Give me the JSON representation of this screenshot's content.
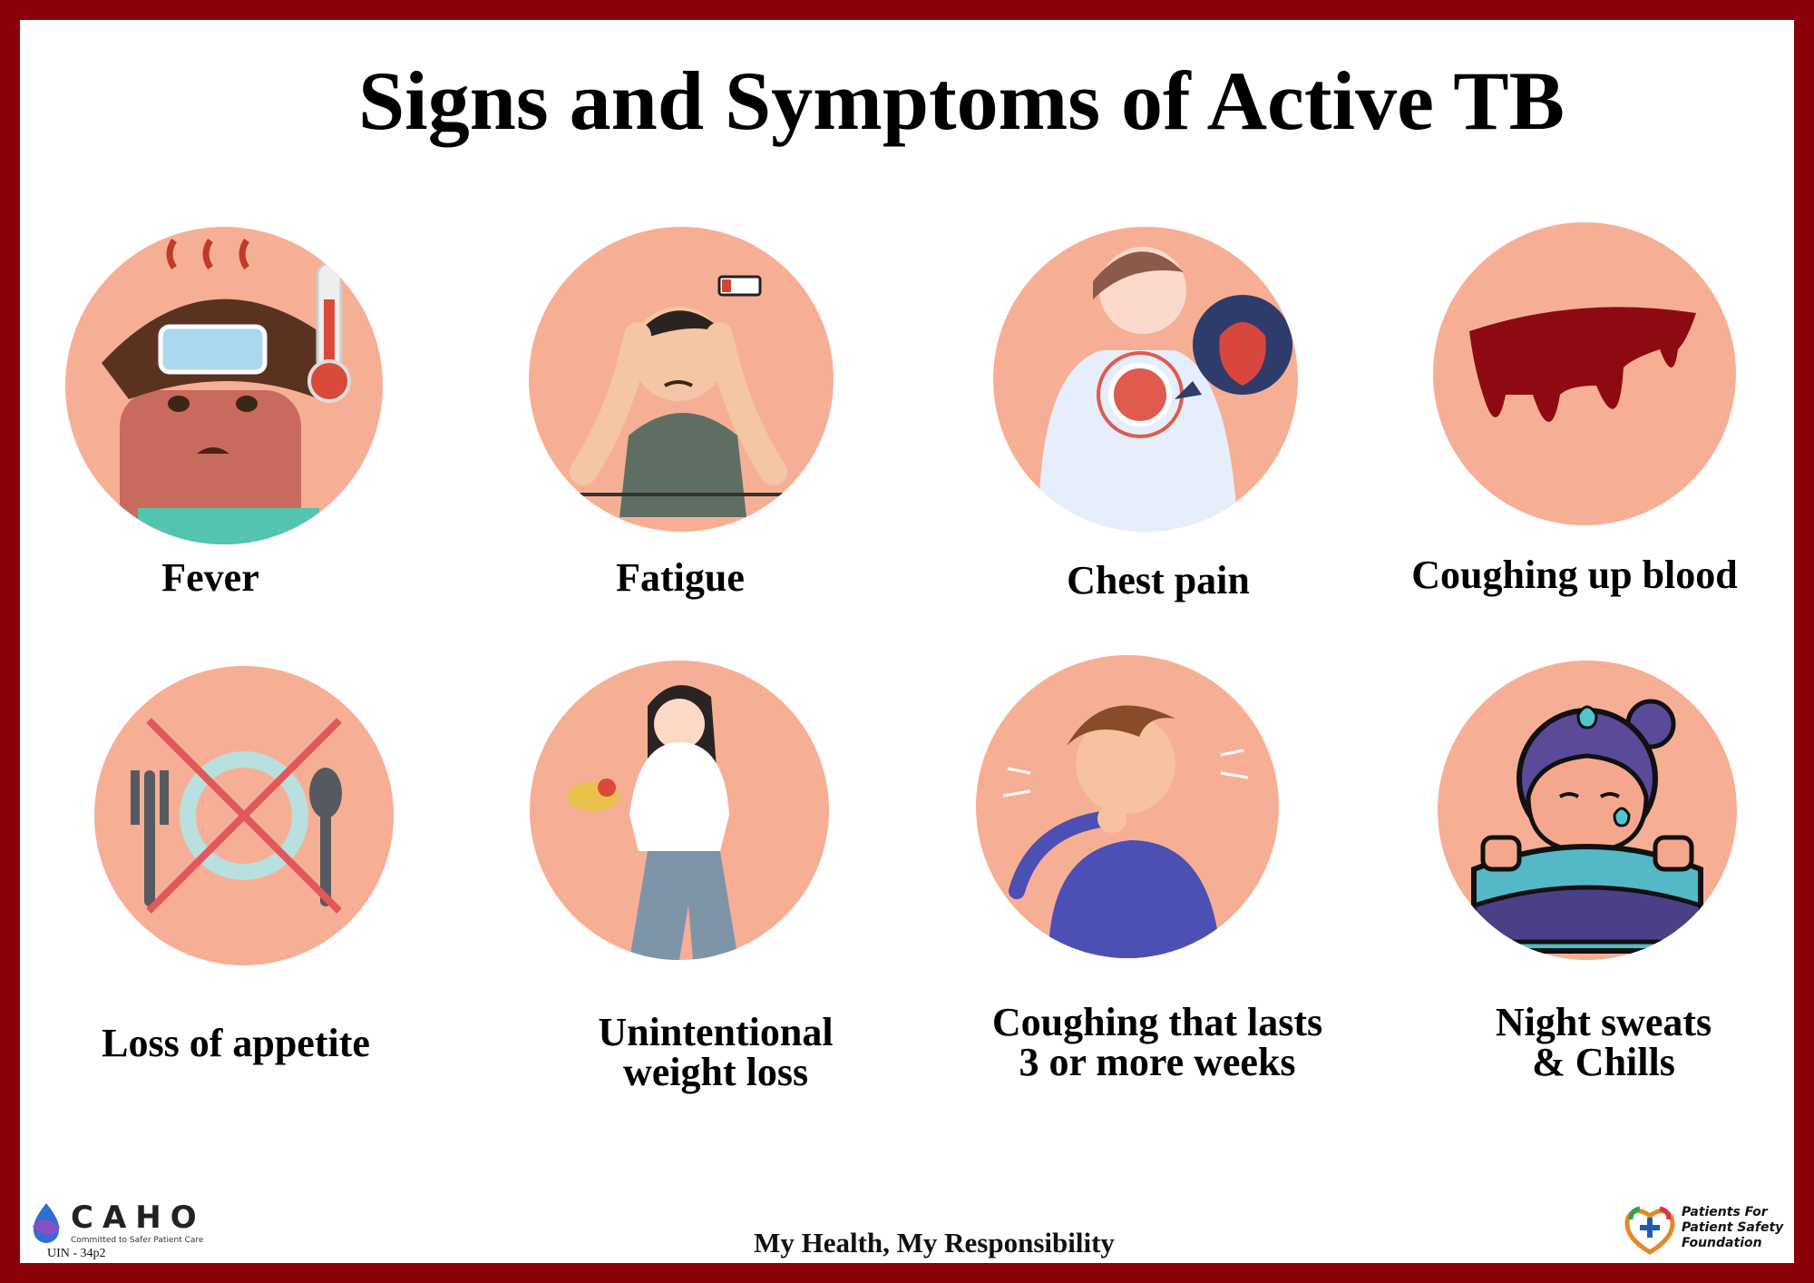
{
  "title": "Signs and Symptoms of Active TB",
  "symptoms": [
    {
      "label_lines": [
        "Fever"
      ],
      "icon": "fever-icon"
    },
    {
      "label_lines": [
        "Fatigue"
      ],
      "icon": "fatigue-icon"
    },
    {
      "label_lines": [
        "Chest pain"
      ],
      "icon": "chest-pain-icon"
    },
    {
      "label_lines": [
        "Coughing up blood"
      ],
      "icon": "blood-drip-icon"
    },
    {
      "label_lines": [
        "Loss of appetite"
      ],
      "icon": "no-food-icon"
    },
    {
      "label_lines": [
        "Unintentional",
        "weight loss"
      ],
      "icon": "weight-loss-icon"
    },
    {
      "label_lines": [
        "Coughing that lasts",
        "3 or more weeks"
      ],
      "icon": "coughing-icon"
    },
    {
      "label_lines": [
        "Night sweats",
        "& Chills"
      ],
      "icon": "night-sweats-icon"
    }
  ],
  "footer": {
    "tagline": "My Health, My Responsibility",
    "caho_name": "CAHO",
    "caho_subtitle": "Committed to Safer Patient Care",
    "uin": "UIN -  34p2",
    "pps_lines": [
      "Patients For",
      "Patient Safety",
      "Foundation"
    ]
  },
  "colors": {
    "border": "#8b0007",
    "circle": "#f6af95",
    "blood": "#8e0a12"
  }
}
